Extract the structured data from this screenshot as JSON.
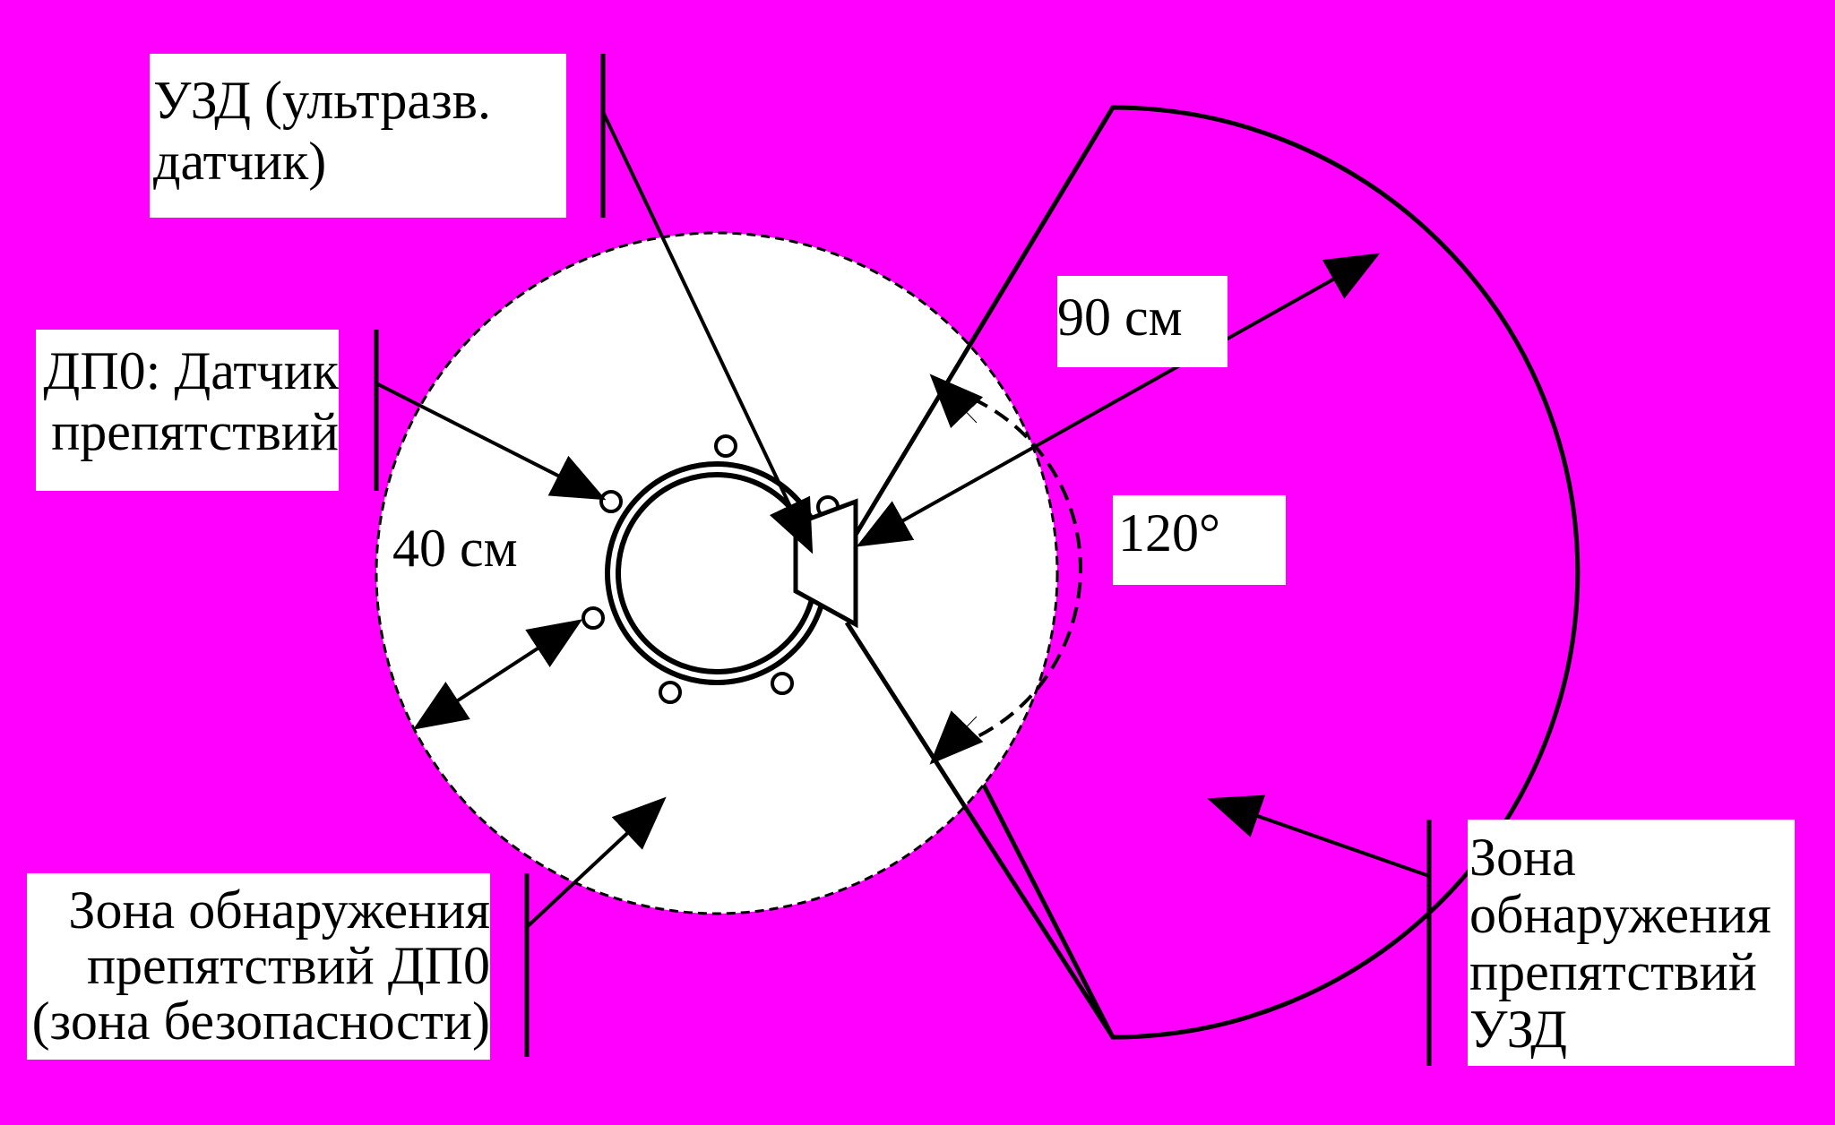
{
  "colors": {
    "background": "#ff00ff",
    "safety_zone": "#ffffff",
    "stroke": "#000000"
  },
  "labels": {
    "uzd_sensor": [
      "УЗД (ультразв.",
      "датчик)"
    ],
    "dp0_sensor": [
      "ДП0: Датчик",
      "препятствий"
    ],
    "dist_40": "40 см",
    "dist_90": "90 см",
    "angle_120": "120°",
    "dp0_zone": [
      "Зона обнаружения",
      "препятствий ДП0",
      "(зона безопасности)"
    ],
    "uzd_zone": [
      "Зона",
      "обнаружения",
      "препятствий",
      "УЗД"
    ]
  }
}
